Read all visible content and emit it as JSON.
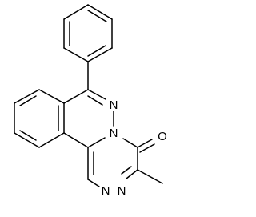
{
  "structure": {
    "atom_labels": {
      "n_top": "N",
      "n_bridge": "N",
      "n_ring_left": "N",
      "n_ring_bottom": "N",
      "oxygen": "O"
    }
  },
  "colors": {
    "bond": "#000000",
    "label": "#000000",
    "background": "#ffffff"
  }
}
